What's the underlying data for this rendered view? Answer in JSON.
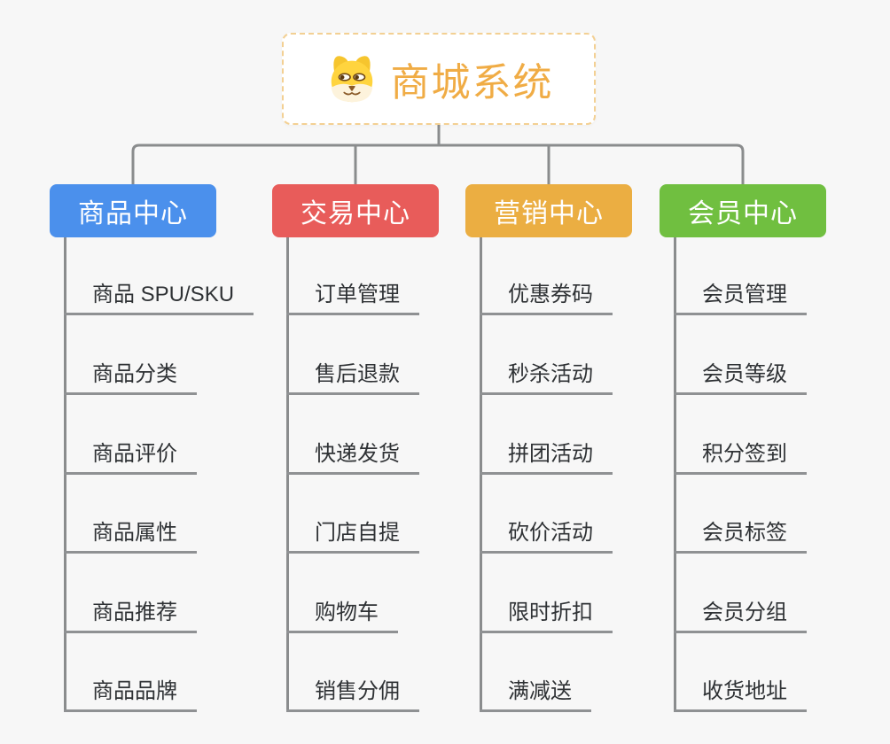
{
  "root": {
    "title": "商城系统",
    "icon": "dog-icon",
    "text_color": "#f0ac45",
    "border_color": "#f3d093"
  },
  "colors": {
    "background": "#f7f7f7",
    "connector": "#8a8c8d",
    "leaf_text": "#2f3235"
  },
  "branches": [
    {
      "label": "商品中心",
      "color": "#4b90ec",
      "children": [
        "商品 SPU/SKU",
        "商品分类",
        "商品评价",
        "商品属性",
        "商品推荐",
        "商品品牌"
      ]
    },
    {
      "label": "交易中心",
      "color": "#e85c5a",
      "children": [
        "订单管理",
        "售后退款",
        "快递发货",
        "门店自提",
        "购物车",
        "销售分佣"
      ]
    },
    {
      "label": "营销中心",
      "color": "#ebae42",
      "children": [
        "优惠券码",
        "秒杀活动",
        "拼团活动",
        "砍价活动",
        "限时折扣",
        "满减送"
      ]
    },
    {
      "label": "会员中心",
      "color": "#70bf40",
      "children": [
        "会员管理",
        "会员等级",
        "积分签到",
        "会员标签",
        "会员分组",
        "收货地址"
      ]
    }
  ]
}
